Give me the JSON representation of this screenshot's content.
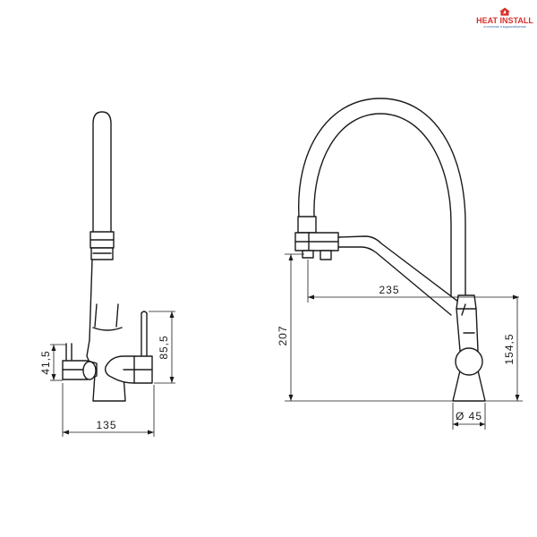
{
  "brand": {
    "name": "HEAT INSTALL",
    "tagline": "отопление и водоснабжение",
    "colors": {
      "red": "#d9302c",
      "blue": "#3a6fb0"
    }
  },
  "dimensions": {
    "left_view": {
      "width": "135",
      "lever_height": "41,5",
      "body_height": "85,5"
    },
    "right_view": {
      "height": "207",
      "reach": "235",
      "spout_height": "154,5",
      "base_diameter": "Ø 45"
    }
  }
}
